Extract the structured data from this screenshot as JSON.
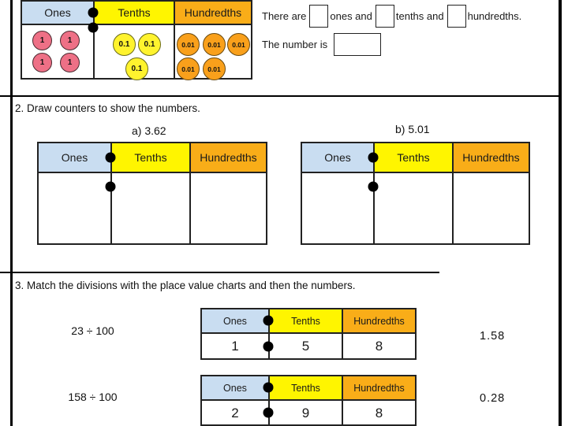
{
  "colors": {
    "ones_header": "#C9DDF1",
    "tenths_header": "#FFF500",
    "hundredths_header": "#F9AD18",
    "ones_counter": "#EE7086",
    "tenths_counter": "#FFF32E",
    "hundredths_counter": "#F9A01B",
    "line": "#000000"
  },
  "headers": {
    "ones": "Ones",
    "tenths": "Tenths",
    "hundredths": "Hundredths"
  },
  "section1": {
    "counters": {
      "ones": [
        "1",
        "1",
        "1",
        "1"
      ],
      "tenths": [
        "0.1",
        "0.1",
        "0.1"
      ],
      "hundredths": [
        "0.01",
        "0.01",
        "0.01",
        "0.01",
        "0.01"
      ]
    },
    "sentence": {
      "lead": "There are",
      "after_ones": "ones  and",
      "after_tenths": "tenths and",
      "after_hundredths": "hundredths."
    },
    "number_sentence": "The number is"
  },
  "section2": {
    "title": "2. Draw counters to show the numbers.",
    "part_a_label": "a) 3.62",
    "part_b_label": "b) 5.01"
  },
  "section3": {
    "title": "3. Match the divisions with the place value charts and then the numbers.",
    "rows": [
      {
        "division": "23 ÷ 100",
        "ones": "1",
        "tenths": "5",
        "hundredths": "8",
        "number": "1.58"
      },
      {
        "division": "158 ÷ 100",
        "ones": "2",
        "tenths": "9",
        "hundredths": "8",
        "number": "0.28"
      }
    ]
  }
}
